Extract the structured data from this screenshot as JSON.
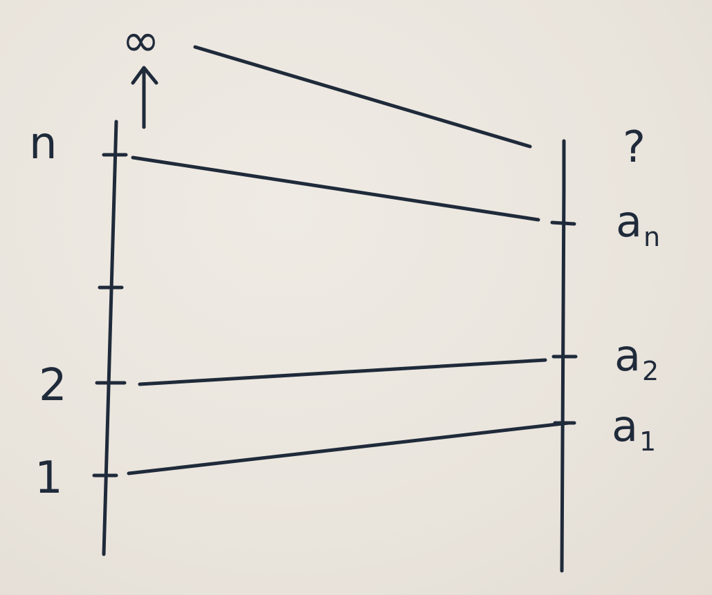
{
  "left_axis": {
    "labels": [
      {
        "id": "one",
        "text": "1"
      },
      {
        "id": "two",
        "text": "2"
      },
      {
        "id": "n",
        "text": "n"
      },
      {
        "id": "infinity",
        "text": "∞"
      }
    ],
    "arrow_glyph": "↑"
  },
  "right_axis": {
    "labels": [
      {
        "id": "a1",
        "base": "a",
        "sub": "1"
      },
      {
        "id": "a2",
        "base": "a",
        "sub": "2"
      },
      {
        "id": "an",
        "base": "a",
        "sub": "n"
      }
    ],
    "unknown": "?"
  },
  "colors": {
    "ink": "#1f2a3a",
    "paper": "#ece7df"
  }
}
